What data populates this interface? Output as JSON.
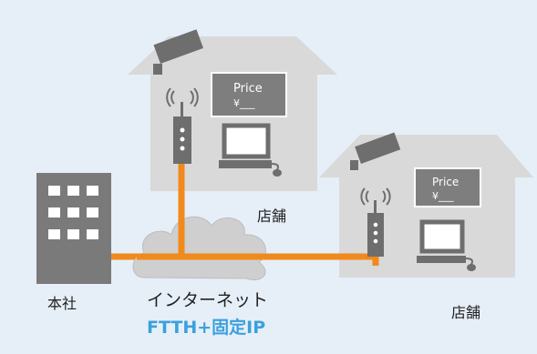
{
  "diagram": {
    "shop_label_1": "店舗",
    "shop_label_2": "店舗",
    "hq_label": "本社",
    "internet_label": "インターネット",
    "ftth_label": "FTTH+固定IP",
    "price_tag_1": {
      "title": "Price",
      "value": "¥___"
    },
    "price_tag_2": {
      "title": "Price",
      "value": "¥___"
    }
  },
  "colors": {
    "background": "#e6eff8",
    "building": "#d6d6d6",
    "hq": "#777777",
    "line": "#f08a1c",
    "device": "#6e6e6e",
    "cloud": "#c8c8c8",
    "ftth_text": "#3ba0dd"
  },
  "icons": [
    "shop-building",
    "camera-icon",
    "router-icon",
    "monitor-icon",
    "mouse-icon",
    "cloud-icon",
    "headquarters-building"
  ]
}
